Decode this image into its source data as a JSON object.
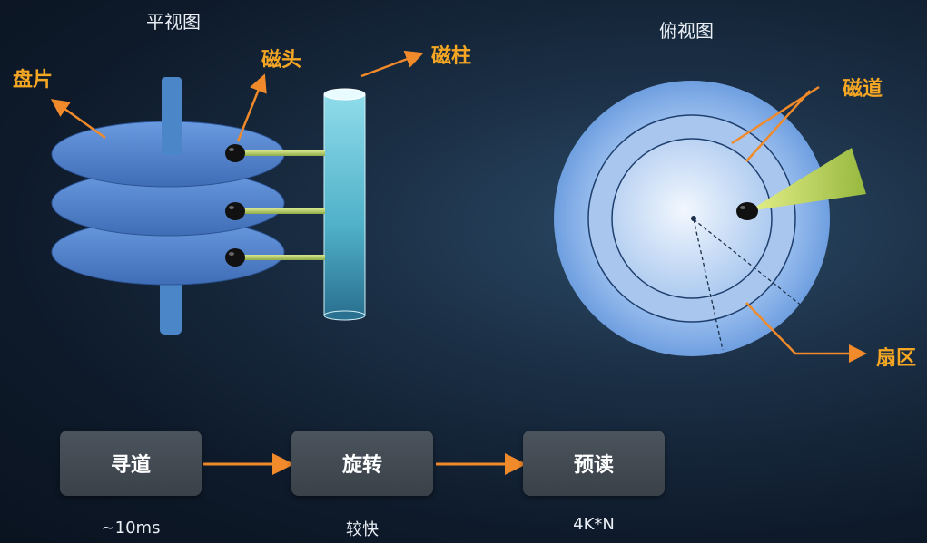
{
  "side_view": {
    "title": "平视图",
    "labels": {
      "platter": "盘片",
      "head": "磁头",
      "cylinder": "磁柱"
    }
  },
  "top_view": {
    "title": "俯视图",
    "labels": {
      "track": "磁道",
      "sector": "扇区"
    }
  },
  "steps": [
    {
      "label": "寻道",
      "caption": "~10ms"
    },
    {
      "label": "旋转",
      "caption": "较快"
    },
    {
      "label": "预读",
      "caption": "4K*N"
    }
  ],
  "colors": {
    "label_orange": "#f5a623",
    "arrow_orange": "#f08a2a",
    "platter_blue": "#4f7fc8",
    "spindle_blue": "#4a86c8",
    "cylinder_cyan": "#5fc3d9",
    "head_black": "#111111",
    "arm_green": "#b6cf6a"
  }
}
